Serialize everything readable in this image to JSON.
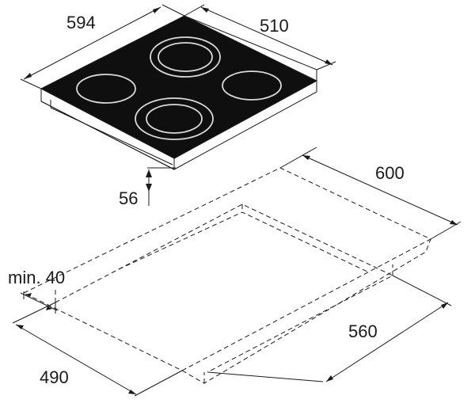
{
  "dimensions": {
    "hob_width": "594",
    "hob_depth": "510",
    "hob_height": "56",
    "cutout_width": "560",
    "cutout_depth": "490",
    "worktop_depth": "600",
    "min_clearance": "min. 40"
  },
  "colors": {
    "glass": "#0f0f0f",
    "frame": "#ffffff",
    "ring": "#d9d9d9",
    "line": "#1a1a1a"
  }
}
